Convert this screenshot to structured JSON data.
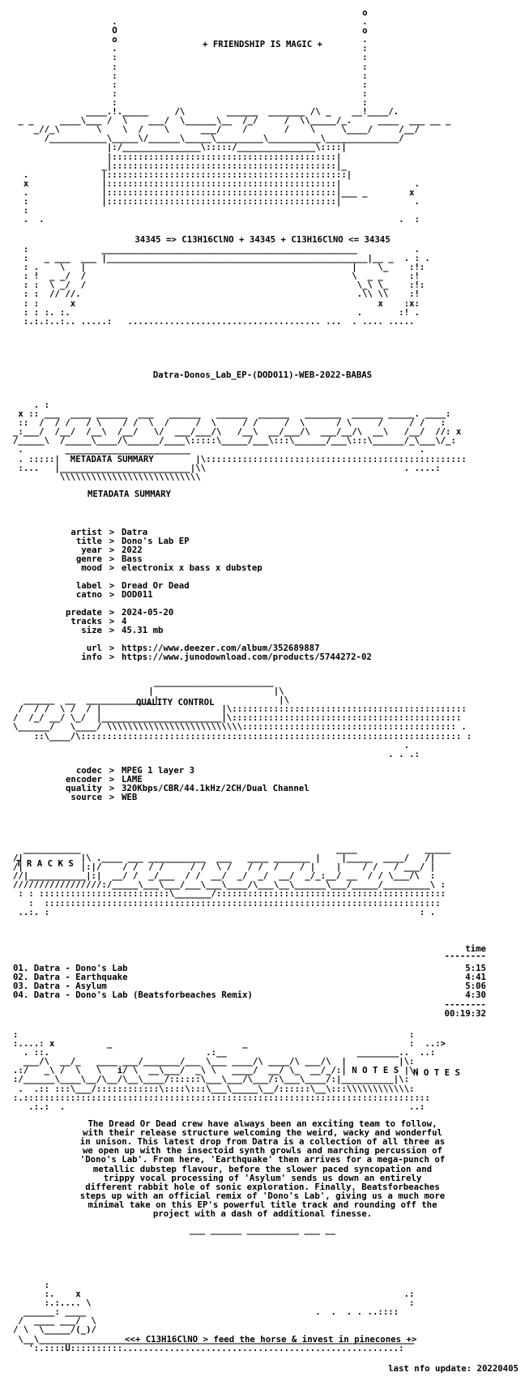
{
  "header": {
    "tagline": "+ FRIENDSHIP IS MAGIC +",
    "formula": "34345 => C13H16ClNO + 34345 + C13H16ClNO <= 34345"
  },
  "release_name": "Datra-Donos_Lab_EP-(DOD011)-WEB-2022-BABAS",
  "metadata": {
    "section_title": "METADATA SUMMARY",
    "rows": [
      {
        "key": "artist",
        "value": "Datra"
      },
      {
        "key": "title",
        "value": "Dono's Lab EP"
      },
      {
        "key": "year",
        "value": "2022"
      },
      {
        "key": "genre",
        "value": "Bass"
      },
      {
        "key": "mood",
        "value": "electronix x bass x dubstep"
      },
      {
        "key": "label",
        "value": "Dread Or Dead"
      },
      {
        "key": "catno",
        "value": "DOD011"
      },
      {
        "key": "predate",
        "value": "2024-05-20"
      },
      {
        "key": "tracks",
        "value": "4"
      },
      {
        "key": "size",
        "value": "45.31 mb"
      },
      {
        "key": "url",
        "value": "https://www.deezer.com/album/352689887"
      },
      {
        "key": "info",
        "value": "https://www.junodownload.com/products/5744272-02"
      }
    ]
  },
  "quality": {
    "section_title": "QUALITY CONTROL",
    "rows": [
      {
        "key": "codec",
        "value": "MPEG 1 layer 3"
      },
      {
        "key": "encoder",
        "value": "LAME"
      },
      {
        "key": "quality",
        "value": "320Kbps/CBR/44.1kHz/2CH/Dual Channel"
      },
      {
        "key": "source",
        "value": "WEB"
      }
    ]
  },
  "tracks": {
    "section_title": "T R A C K S",
    "time_header": "time",
    "items": [
      {
        "name": "01. Datra - Dono's Lab",
        "time": "5:15"
      },
      {
        "name": "02. Datra - Earthquake",
        "time": "4:41"
      },
      {
        "name": "03. Datra - Asylum",
        "time": "5:06"
      },
      {
        "name": "04. Datra - Dono's Lab (Beatsforbeaches Remix)",
        "time": "4:30"
      }
    ],
    "total": "00:19:32"
  },
  "notes": {
    "section_title": "N O T E S",
    "lines": [
      "The Dread Or Dead crew have always been an exciting team to follow,",
      "with their release structure welcoming the weird, wacky and wonderful",
      "in unison. This latest drop from Datra is a collection of all three as",
      "we open up with the insectoid synth growls and marching percussion of",
      "'Dono's Lab'. From here, 'Earthquake' then arrives for a mega-punch of",
      "metallic dubstep flavour, before the slower paced syncopation and",
      "trippy vocal processing of 'Asylum' sends us down an entirely",
      "different rabbit hole of sonic exploration. Finally, Beatsforbeaches",
      "steps up with an official remix of 'Dono's Lab', giving us a much more",
      "minimal take on this EP's powerful title track and rounding off the",
      "project with a dash of additional finesse."
    ],
    "divider": "___ ______ __________ ___ __"
  },
  "footer": {
    "slogan": "<<+ C13H16ClNO > feed the horse & invest in pinecones +>",
    "last_update": "last nfo update: 20220405"
  }
}
